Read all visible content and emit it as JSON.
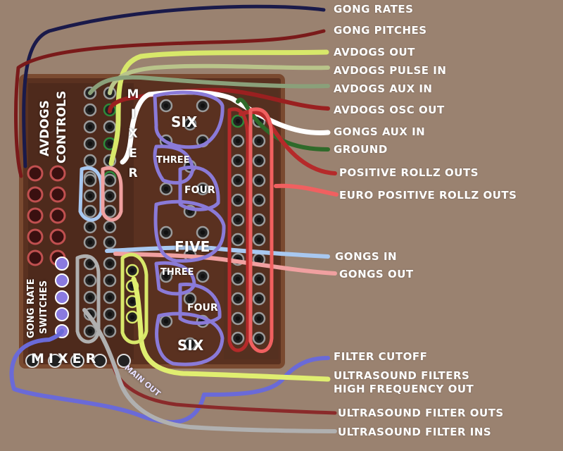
{
  "colors": {
    "background": "#9a8270",
    "panel_wood": "#5a3120",
    "panel_edge": "#7a4a30",
    "gong_rates": "#1a1a4a",
    "gong_pitches": "#7a1a1a",
    "avdogs_out": "#d8e86a",
    "avdogs_pulse_in": "#b9c48a",
    "avdogs_aux_in": "#8aa07a",
    "avdogs_osc_out": "#9a2020",
    "gongs_aux_in": "#ffffff",
    "ground": "#2f6a2a",
    "positive_rollz": "#b52a2a",
    "euro_rollz": "#f06060",
    "gongs_in": "#a8c8f0",
    "gongs_out": "#f0a0a0",
    "filter_cutoff": "#6a6ad8",
    "ultrasound_hf": "#e0ee70",
    "ultrasound_outs": "#8a2a2a",
    "ultrasound_ins": "#b0b0b0",
    "section_outline": "#8a7ad8"
  },
  "labels": {
    "gong_rates": "GONG RATES",
    "gong_pitches": "GONG PITCHES",
    "avdogs_out": "AVDOGS OUT",
    "avdogs_pulse_in": "AVDOGS PULSE IN",
    "avdogs_aux_in": "AVDOGS AUX IN",
    "avdogs_osc_out": "AVDOGS OSC OUT",
    "gongs_aux_in": "GONGS AUX IN",
    "ground": "GROUND",
    "positive_rollz_outs": "POSITIVE ROLLZ OUTS",
    "euro_positive_rollz_outs": "EURO POSITIVE ROLLZ OUTS",
    "gongs_in": "GONGS IN",
    "gongs_out": "GONGS OUT",
    "filter_cutoff": "FILTER CUTOFF",
    "ultrasound_filters": "ULTRASOUND FILTERS",
    "high_frequency_out": "HIGH FREQUENCY OUT",
    "ultrasound_filter_outs": "ULTRASOUND FILTER OUTS",
    "ultrasound_filter_ins": "ULTRASOUND FILTER INS"
  },
  "panel": {
    "avdogs": "AVDOGS",
    "controls": "CONTROLS",
    "mixer_vertical": "MIXER",
    "six_top": "SIX",
    "three_top": "THREE",
    "four_top": "FOUR",
    "five": "FIVE",
    "three_bottom": "THREE",
    "four_bottom": "FOUR",
    "six_bottom": "SIX",
    "gong_rate": "GONG RATE",
    "switches": "SWITCHES",
    "mixer_bottom": "MIXER",
    "main_out": "MAIN OUT"
  }
}
